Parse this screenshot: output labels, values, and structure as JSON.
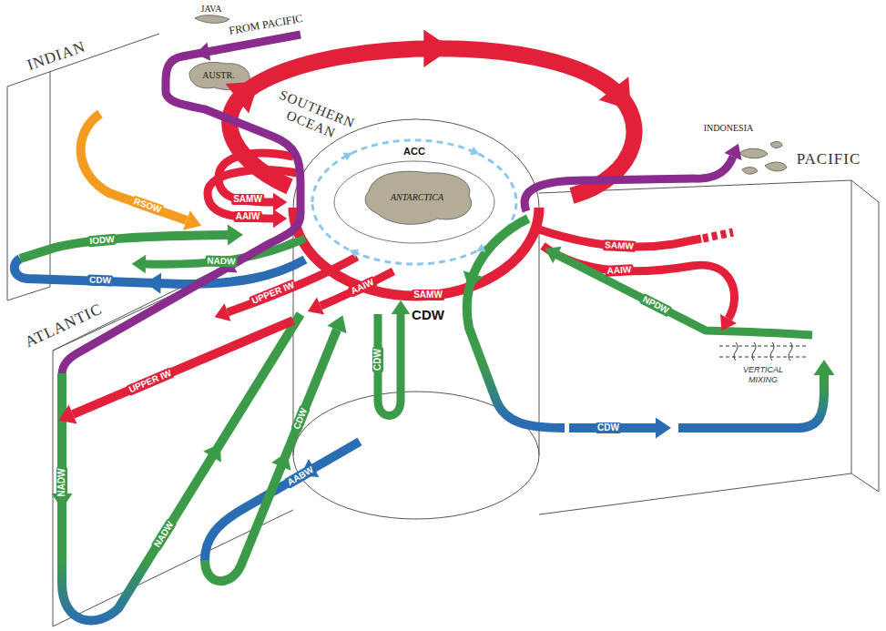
{
  "diagram": {
    "nodes": [
      {
        "text": [
          "INDIAN"
        ]
      },
      {
        "text": [
          "SOUTHERN OCEAN"
        ]
      },
      {
        "text": [
          "ATLANTIC"
        ]
      },
      {
        "text": [
          "PACIFIC"
        ]
      }
    ],
    "labels": [
      "JAVA",
      "FROM PACIFIC",
      "AUSTR.",
      "ACC",
      "ANTARCTICA",
      "INDONESIA",
      "SAMW",
      "AAIW",
      "RSOW",
      "IODW",
      "NADW",
      "CDW",
      "SAMW",
      "AAIW",
      "UPPER IW",
      "AAIW",
      "CDW",
      "SAMW",
      "CDW",
      "NPDW",
      "UPPER IW",
      "VERTICAL MIXING",
      "NADW",
      "CDW",
      "AABW",
      "NADW",
      "CDW"
    ]
  }
}
